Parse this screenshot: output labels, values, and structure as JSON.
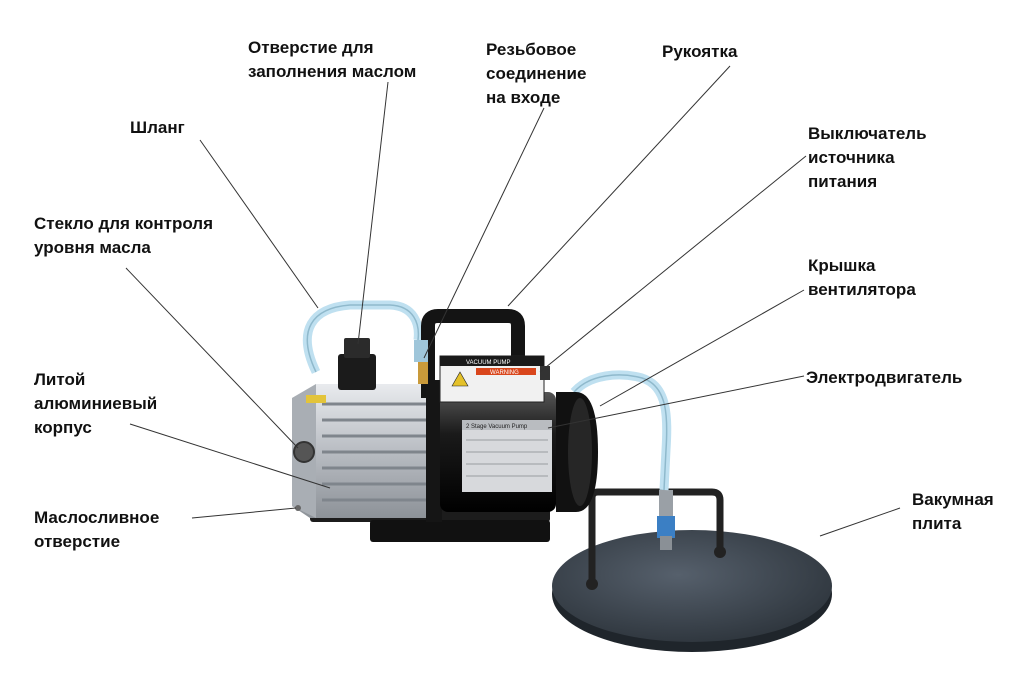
{
  "labels": {
    "oil_fill_port": "Отверстие для\nзаполнения маслом",
    "threaded_inlet": "Резьбовое\nсоединение\nна входе",
    "handle": "Рукоятка",
    "hose": "Шланг",
    "power_switch": "Выключатель\nисточника\nпитания",
    "oil_sight_glass": "Стекло для контроля\nуровня масла",
    "fan_cover": "Крышка\nвентилятора",
    "cast_aluminum_body": "Литой\nалюминиевый\nкорпус",
    "electric_motor": "Электродвигатель",
    "oil_drain_port": "Маслосливное\nотверстие",
    "vacuum_plate": "Вакумная\nплита"
  },
  "product_label": {
    "title": "VACUUM PUMP",
    "warning": "WARNING",
    "spec_title": "2 Stage Vacuum Pump"
  },
  "colors": {
    "pump_silver": "#c9ccd0",
    "motor_black": "#1a1a1a",
    "plate_dark": "#3b4450",
    "hose_blue": "#bfe0f0",
    "fitting_blue": "#3b7fc4",
    "brass": "#c99a3a"
  }
}
